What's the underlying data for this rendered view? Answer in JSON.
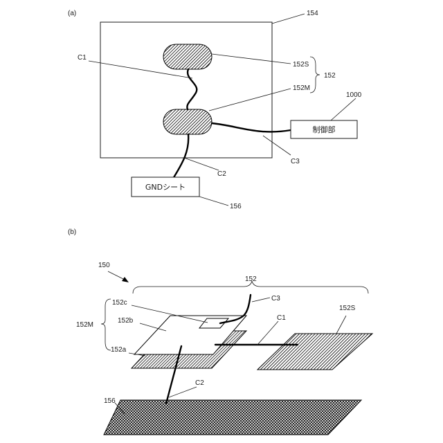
{
  "panel_a": {
    "tag": "(a)",
    "labels": {
      "frame": "154",
      "sensor_upper": "152S",
      "sensor_group": "152",
      "sensor_lower": "152M",
      "controller_ref": "1000",
      "cable_c1": "C1",
      "cable_c2": "C2",
      "cable_c3": "C3",
      "gnd_ref": "156"
    },
    "controller_box": "制御部",
    "gnd_box": "GNDシート"
  },
  "panel_b": {
    "tag": "(b)",
    "labels": {
      "assembly": "150",
      "sensor_group": "152",
      "layer_c": "152c",
      "layer_b": "152b",
      "layer_a": "152a",
      "sensor_m": "152M",
      "sensor_s": "152S",
      "cable_c1": "C1",
      "cable_c2": "C2",
      "cable_c3": "C3",
      "gnd_sheet": "156"
    }
  }
}
